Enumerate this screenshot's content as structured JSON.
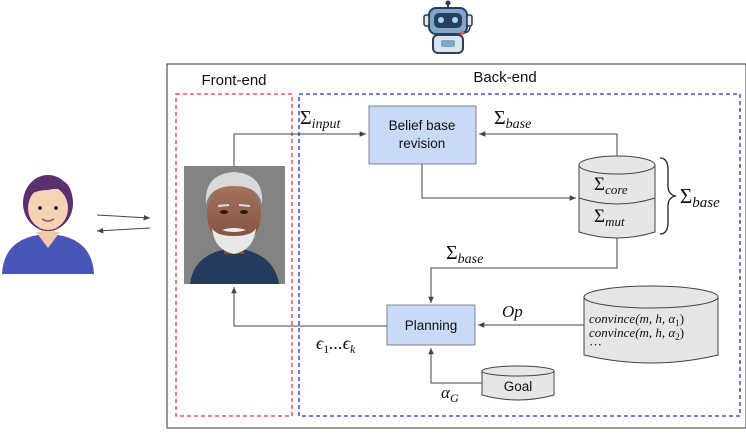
{
  "sections": {
    "frontend": "Front-end",
    "backend": "Back-end"
  },
  "modules": {
    "belief_line1": "Belief base",
    "belief_line2": "revision",
    "planning": "Planning",
    "goal": "Goal"
  },
  "symbols": {
    "sigma": "Σ",
    "sub_input": "input",
    "sub_base": "base",
    "sub_core": "core",
    "sub_mut": "mut",
    "op": "Op",
    "alpha": "α",
    "sub_g": "G",
    "eps_prefix": "ϵ",
    "eps_sub1": "1",
    "eps_mid": "...ϵ",
    "eps_subk": "k"
  },
  "actions": {
    "line1": "convince(m, h, α",
    "line1_sub": "1",
    "line2": "convince(m, h, α",
    "line2_sub": "2",
    "close": ")",
    "more": "···"
  },
  "colors": {
    "box_fill": "#c9daf8",
    "frontend_border": "#e53935",
    "backend_border": "#1e2cd6",
    "outer_border": "#333333",
    "arrow": "#444444"
  },
  "icons": {
    "robot": "robot-icon",
    "user": "user-avatar-icon",
    "avatar": "virtual-agent-avatar"
  }
}
